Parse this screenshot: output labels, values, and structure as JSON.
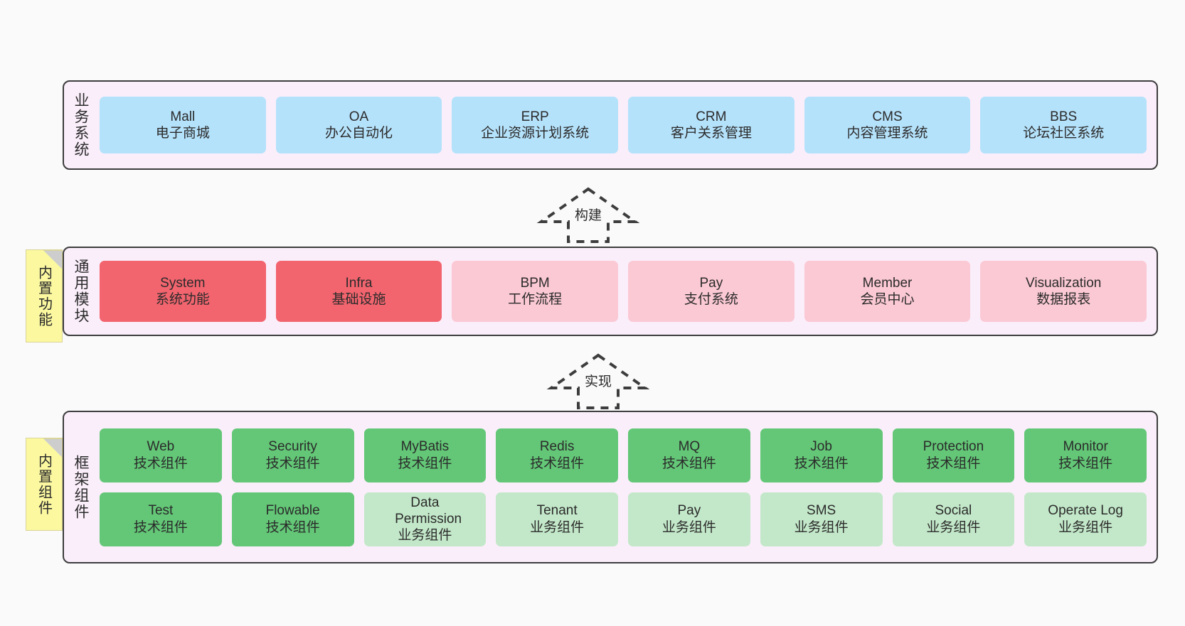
{
  "theme": {
    "background": "#fafafa",
    "panel_background": "#faeefa",
    "panel_border": "#3d3d3d",
    "sticky_background": "#fbf8a0",
    "color_blue": "#b5e2fb",
    "color_red": "#f2646e",
    "color_pink": "#fbc9d4",
    "color_green": "#63c777",
    "color_light_green": "#c3e8c9",
    "text": "#2b2b2b"
  },
  "layers": [
    {
      "id": "business-system",
      "title": "业务系统",
      "rows": [
        {
          "nodes": [
            {
              "en": "Mall",
              "cn": "电子商城",
              "color": "c-blue"
            },
            {
              "en": "OA",
              "cn": "办公自动化",
              "color": "c-blue"
            },
            {
              "en": "ERP",
              "cn": "企业资源计划系统",
              "color": "c-blue"
            },
            {
              "en": "CRM",
              "cn": "客户关系管理",
              "color": "c-blue"
            },
            {
              "en": "CMS",
              "cn": "内容管理系统",
              "color": "c-blue"
            },
            {
              "en": "BBS",
              "cn": "论坛社区系统",
              "color": "c-blue"
            }
          ]
        }
      ]
    },
    {
      "id": "common-module",
      "title": "通用模块",
      "sticky": "内置功能",
      "rows": [
        {
          "nodes": [
            {
              "en": "System",
              "cn": "系统功能",
              "color": "c-red"
            },
            {
              "en": "Infra",
              "cn": "基础设施",
              "color": "c-red"
            },
            {
              "en": "BPM",
              "cn": "工作流程",
              "color": "c-pink"
            },
            {
              "en": "Pay",
              "cn": "支付系统",
              "color": "c-pink"
            },
            {
              "en": "Member",
              "cn": "会员中心",
              "color": "c-pink"
            },
            {
              "en": "Visualization",
              "cn": "数据报表",
              "color": "c-pink"
            }
          ]
        }
      ]
    },
    {
      "id": "framework-component",
      "title": "框架组件",
      "sticky": "内置组件",
      "rows": [
        {
          "nodes": [
            {
              "en": "Web",
              "cn": "技术组件",
              "color": "c-green"
            },
            {
              "en": "Security",
              "cn": "技术组件",
              "color": "c-green"
            },
            {
              "en": "MyBatis",
              "cn": "技术组件",
              "color": "c-green"
            },
            {
              "en": "Redis",
              "cn": "技术组件",
              "color": "c-green"
            },
            {
              "en": "MQ",
              "cn": "技术组件",
              "color": "c-green"
            },
            {
              "en": "Job",
              "cn": "技术组件",
              "color": "c-green"
            },
            {
              "en": "Protection",
              "cn": "技术组件",
              "color": "c-green"
            },
            {
              "en": "Monitor",
              "cn": "技术组件",
              "color": "c-green"
            }
          ]
        },
        {
          "nodes": [
            {
              "en": "Test",
              "cn": "技术组件",
              "color": "c-green"
            },
            {
              "en": "Flowable",
              "cn": "技术组件",
              "color": "c-green"
            },
            {
              "en": "Data Permission",
              "cn": "业务组件",
              "color": "c-lightgreen"
            },
            {
              "en": "Tenant",
              "cn": "业务组件",
              "color": "c-lightgreen"
            },
            {
              "en": "Pay",
              "cn": "业务组件",
              "color": "c-lightgreen"
            },
            {
              "en": "SMS",
              "cn": "业务组件",
              "color": "c-lightgreen"
            },
            {
              "en": "Social",
              "cn": "业务组件",
              "color": "c-lightgreen"
            },
            {
              "en": "Operate Log",
              "cn": "业务组件",
              "color": "c-lightgreen"
            }
          ]
        }
      ]
    }
  ],
  "arrows": [
    {
      "id": "arrow-build",
      "label": "构建"
    },
    {
      "id": "arrow-implement",
      "label": "实现"
    }
  ]
}
